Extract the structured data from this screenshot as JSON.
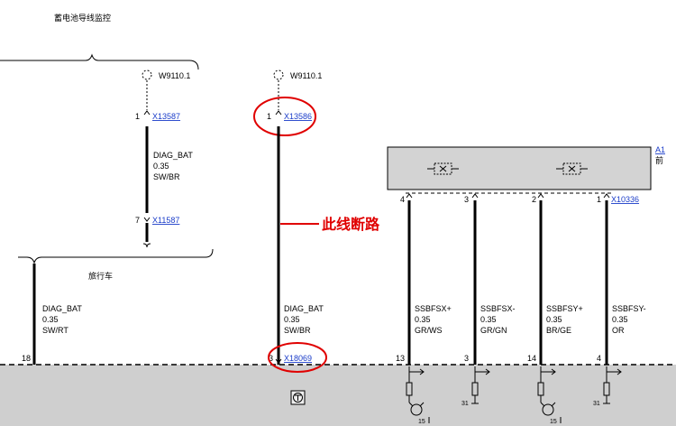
{
  "page_title": "蓄电池导线监控",
  "left_branch": {
    "top_splice": "W9110.1",
    "connector_top": {
      "pin": "1",
      "ref": "X13587"
    },
    "wire": {
      "name": "DIAG_BAT",
      "gauge": "0.35",
      "color": "SW/BR"
    },
    "connector_bottom": {
      "pin": "7",
      "ref": "X11587"
    },
    "variant_label": "旅行车"
  },
  "far_left_wire": {
    "name": "DIAG_BAT",
    "gauge": "0.35",
    "color": "SW/RT",
    "bottom_pin": "18"
  },
  "center_branch": {
    "top_splice": "W9110.1",
    "connector_top": {
      "pin": "1",
      "ref": "X13586"
    },
    "annotation": "此线断路",
    "wire": {
      "name": "DIAG_BAT",
      "gauge": "0.35",
      "color": "SW/BR"
    },
    "connector_bottom": {
      "pin": "3",
      "ref": "X18069"
    }
  },
  "module": {
    "ref": "A1",
    "sub_label": "前",
    "connector_ref": "X10336"
  },
  "module_wires": [
    {
      "top_pin": "4",
      "name": "SSBFSX+",
      "gauge": "0.35",
      "color": "GR/WS",
      "bottom_pin": "13"
    },
    {
      "top_pin": "3",
      "name": "SSBFSX-",
      "gauge": "0.35",
      "color": "GR/GN",
      "bottom_pin": "3"
    },
    {
      "top_pin": "2",
      "name": "SSBFSY+",
      "gauge": "0.35",
      "color": "BR/GE",
      "bottom_pin": "14"
    },
    {
      "top_pin": "1",
      "name": "SSBFSY-",
      "gauge": "0.35",
      "color": "OR",
      "bottom_pin": "4"
    }
  ],
  "ground_labels": {
    "g1": "15",
    "g2": "31",
    "g3": "15",
    "g4": "31"
  },
  "colors": {
    "annotation": "#e00000",
    "link": "#1a3cc9",
    "ecu_fill": "#cfcfcf",
    "module_fill": "#d3d3d3"
  }
}
